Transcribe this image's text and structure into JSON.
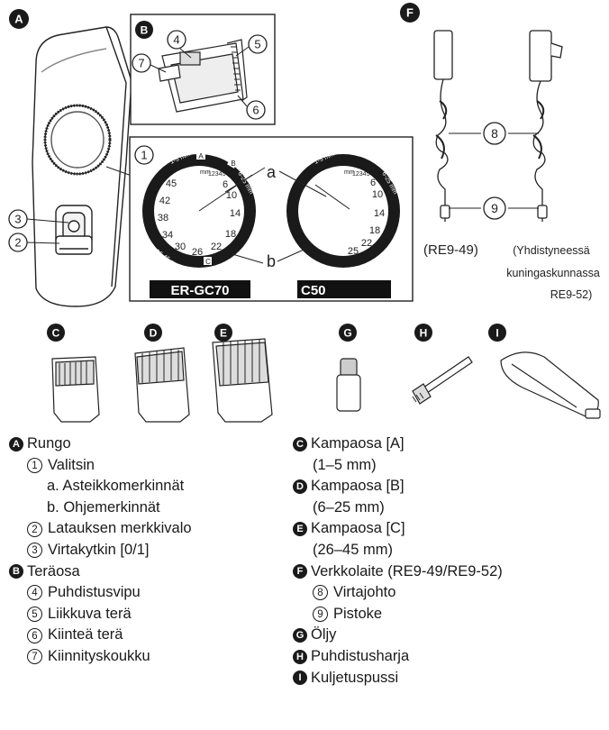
{
  "badges": {
    "A": "A",
    "B": "B",
    "C": "C",
    "D": "D",
    "E": "E",
    "F": "F",
    "G": "G",
    "H": "H",
    "I": "I"
  },
  "circled": {
    "n1": "1",
    "n2": "2",
    "n3": "3",
    "n4": "4",
    "n5": "5",
    "n6": "6",
    "n7": "7",
    "n8": "8",
    "n9": "9"
  },
  "figure": {
    "callout_a": "a",
    "callout_b": "b",
    "model_left": "ER-GC70",
    "model_right": "C50",
    "adapter_left": "(RE9-49)",
    "adapter_right_lines": [
      "(Yhdistyneessä",
      "kuningaskunnassa",
      "RE9-52)"
    ],
    "dial_left_scale": [
      "45",
      "42",
      "38",
      "34",
      "30",
      "26",
      "22",
      "18",
      "14",
      "10",
      "6"
    ],
    "dial_right_scale": [
      "6",
      "10",
      "14",
      "18",
      "22",
      "25"
    ],
    "dial_small": [
      "1-5 mm",
      "6-25 mm",
      "26-45 mm",
      "mm",
      "12345"
    ],
    "dial_tab_letters": [
      "A",
      "B",
      "C"
    ]
  },
  "legend_left": {
    "a_title": "Rungo",
    "i1": "Valitsin",
    "ia": "a. Asteikkomerkinnät",
    "ib": "b. Ohjemerkinnät",
    "i2": "Latauksen merkkivalo",
    "i3": "Virtakytkin [0/1]",
    "b_title": "Teräosa",
    "i4": "Puhdistusvipu",
    "i5": "Liikkuva terä",
    "i6": "Kiinteä terä",
    "i7": "Kiinnityskoukku"
  },
  "legend_right": {
    "c_title": "Kampaosa [A]",
    "c_range": "(1–5 mm)",
    "d_title": "Kampaosa [B]",
    "d_range": "(6–25 mm)",
    "e_title": "Kampaosa [C]",
    "e_range": "(26–45 mm)",
    "f_title": "Verkkolaite (RE9-49/RE9-52)",
    "i8": "Virtajohto",
    "i9": "Pistoke",
    "g_title": "Öljy",
    "h_title": "Puhdistusharja",
    "i_title": "Kuljetuspussi"
  }
}
